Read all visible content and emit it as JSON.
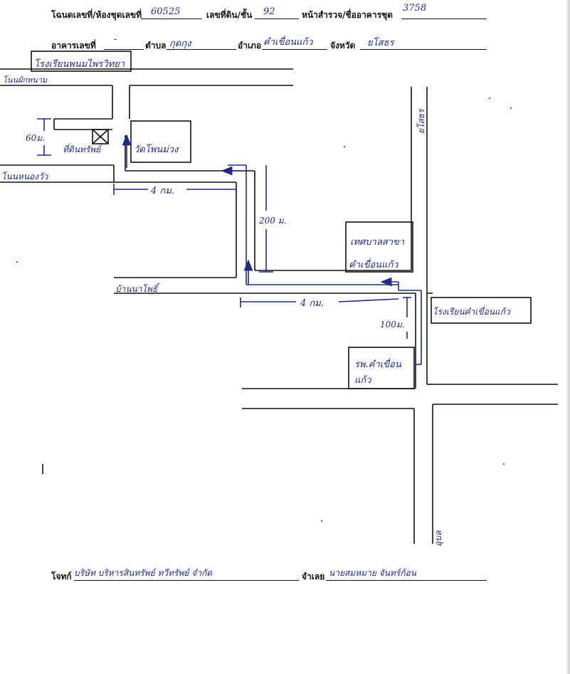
{
  "header": {
    "deed_label": "โฉนดเลขที่/ห้องชุดเลขที่",
    "deed_no": "60525",
    "land_no_label": "เลขที่ดิน/ชั้น",
    "land_no": "92",
    "survey_label": "หน้าสำรวจ/ชื่ออาคารชุด",
    "survey_no": "3758",
    "building_label": "อาคารเลขที่",
    "building_no": "-",
    "subdistrict_label": "ตำบล",
    "subdistrict": "กุดกุง",
    "district_label": "อำเภอ",
    "district": "คำเขื่อนแก้ว",
    "province_label": "จังหวัด",
    "province": "ยโสธร"
  },
  "map": {
    "top_box": "โรงเรียนพนมไพรวิทยา",
    "road_top_left": "โนนผักหนาม",
    "road_left_mid": "โนนหนองวัว",
    "temple": "วัดโพนม่วง",
    "land_marker": "ที่ดินทรัพย์",
    "dist_60m": "60ม.",
    "dist_4km_top": "4 กม.",
    "dist_200m": "200 ม.",
    "bank": [
      "เทศบาลสาขา",
      "คำเขื่อนแก้ว"
    ],
    "road_left": "บ้านนาโพธิ์",
    "dist_4km_bottom": "4 กม.",
    "school_right": "โรงเรียนคำเขื่อนแก้ว",
    "dist_100m": "100ม.",
    "hospital": [
      "รพ.คำเขื่อน",
      "แก้ว"
    ],
    "road_top_right": "ยโสธร",
    "road_bottom": "อุบล"
  },
  "footer": {
    "owner_label": "โจทก์",
    "owner": "บริษัท บริหารสินทรัพย์ ทวีทรัพย์ จำกัด",
    "debtor_label": "จำเลย",
    "debtor": "นายสมหมาย จันทร์ก้อน"
  }
}
